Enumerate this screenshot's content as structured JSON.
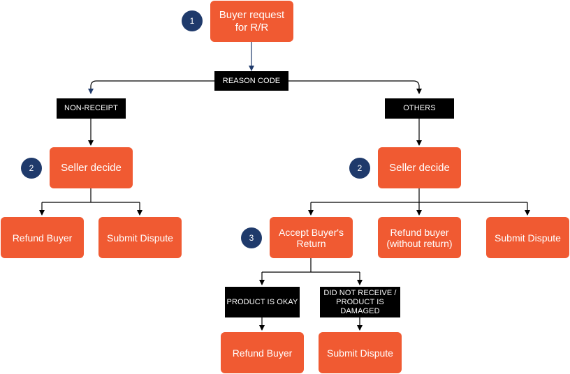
{
  "colors": {
    "node": "#f05a32",
    "label": "#000000",
    "badge": "#1f3a6b",
    "line": "#000000",
    "primary_arrow": "#1f3a6b"
  },
  "nodes": {
    "buyer_request": "Buyer request\nfor R/R",
    "seller_decide_left": "Seller decide",
    "seller_decide_right": "Seller decide",
    "refund_buyer_left": "Refund Buyer",
    "submit_dispute_left": "Submit Dispute",
    "accept_return": "Accept Buyer's\nReturn",
    "refund_without_return": "Refund buyer\n(without return)",
    "submit_dispute_right": "Submit Dispute",
    "refund_buyer_bottom": "Refund Buyer",
    "submit_dispute_bottom": "Submit Dispute"
  },
  "labels": {
    "reason_code": "REASON CODE",
    "non_receipt": "NON-RECEIPT",
    "others": "OTHERS",
    "product_okay": "PRODUCT IS OKAY",
    "not_received_damaged": "DID NOT RECEIVE /\nPRODUCT IS\nDAMAGED"
  },
  "badges": {
    "step1": "1",
    "step2_left": "2",
    "step2_right": "2",
    "step3": "3"
  }
}
